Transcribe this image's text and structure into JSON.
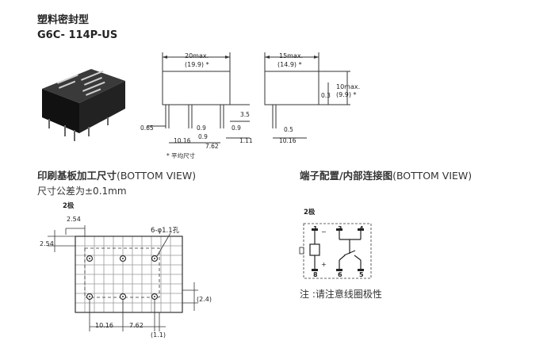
{
  "header": {
    "category": "塑料密封型",
    "model": "G6C- 114P-US"
  },
  "dimensions": {
    "front_width_label": "20max.",
    "front_width_avg": "(19.9) *",
    "side_width_label": "15max.",
    "side_width_avg": "(14.9) *",
    "height_label": "10max.",
    "height_avg": "(9.9) *",
    "d_0_3": "0.3",
    "d_3_5": "3.5",
    "d_0_65": "0.65",
    "d_0_9a": "0.9",
    "d_0_9b": "0.9",
    "d_0_9c": "0.9",
    "d_10_16": "10.16",
    "d_7_62": "7.62",
    "d_1_11": "1.11",
    "d_0_5": "0.5",
    "d_side_10_16": "10.16",
    "footnote": "* 平均尺寸"
  },
  "pcb": {
    "title_cn": "印刷基板加工尺寸",
    "title_en": "(BOTTOM VIEW)",
    "tolerance": "尺寸公差为±0.1mm",
    "pole": "2极",
    "pitch_x": "2.54",
    "pitch_y": "2.54",
    "holes": "6-φ1.1孔",
    "dim_right": "(2.4)",
    "dim_a": "10.16",
    "dim_b": "7.62",
    "dim_bottom": "(1.1)"
  },
  "terminal": {
    "title_cn": "端子配置/内部连接图",
    "title_en": "(BOTTOM VIEW)",
    "pole": "2极",
    "pins": [
      "1",
      "3",
      "4",
      "8",
      "6",
      "5"
    ],
    "note": "注 :请注意线圈极性"
  }
}
